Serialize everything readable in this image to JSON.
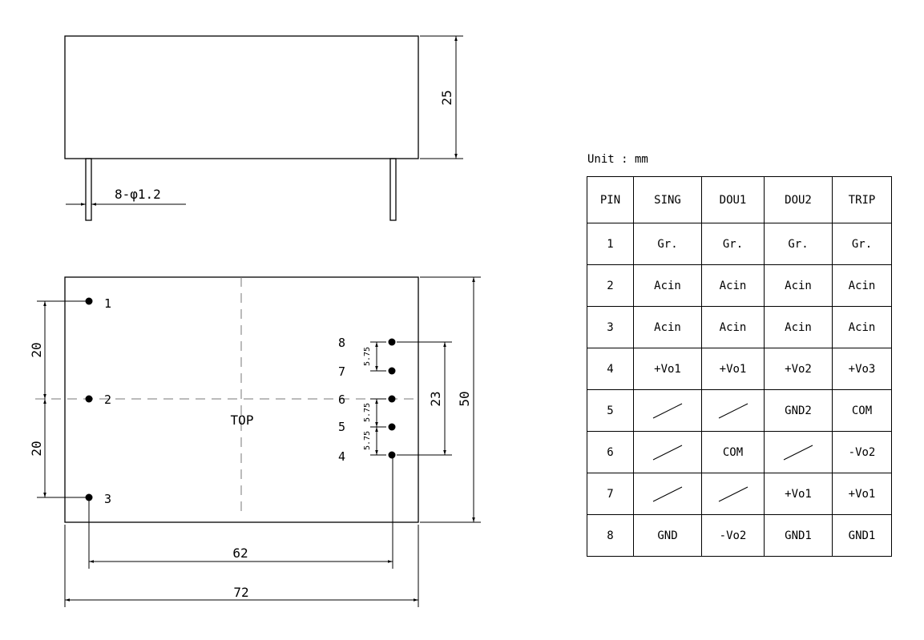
{
  "dimensions": {
    "height": "25",
    "pin_spec": "8-φ1.2",
    "pin_spacing_a": "20",
    "pin_spacing_b": "20",
    "pitch_1": "5.75",
    "pitch_2": "5.75",
    "pitch_3": "5.75",
    "span_23": "23",
    "width_50": "50",
    "span_62": "62",
    "length_72": "72"
  },
  "view_label": "TOP",
  "pin_numbers": {
    "p1": "1",
    "p2": "2",
    "p3": "3",
    "p4": "4",
    "p5": "5",
    "p6": "6",
    "p7": "7",
    "p8": "8"
  },
  "unit_label": "Unit : mm",
  "table": {
    "headers": [
      "PIN",
      "SING",
      "DOU1",
      "DOU2",
      "TRIP"
    ],
    "rows": [
      [
        "1",
        "Gr.",
        "Gr.",
        "Gr.",
        "Gr."
      ],
      [
        "2",
        "Acin",
        "Acin",
        "Acin",
        "Acin"
      ],
      [
        "3",
        "Acin",
        "Acin",
        "Acin",
        "Acin"
      ],
      [
        "4",
        "+Vo1",
        "+Vo1",
        "+Vo2",
        "+Vo3"
      ],
      [
        "5",
        "",
        "",
        "GND2",
        "COM"
      ],
      [
        "6",
        "",
        "COM",
        "",
        "-Vo2"
      ],
      [
        "7",
        "",
        "",
        "+Vo1",
        "+Vo1"
      ],
      [
        "8",
        "GND",
        "-Vo2",
        "GND1",
        "GND1"
      ]
    ]
  }
}
